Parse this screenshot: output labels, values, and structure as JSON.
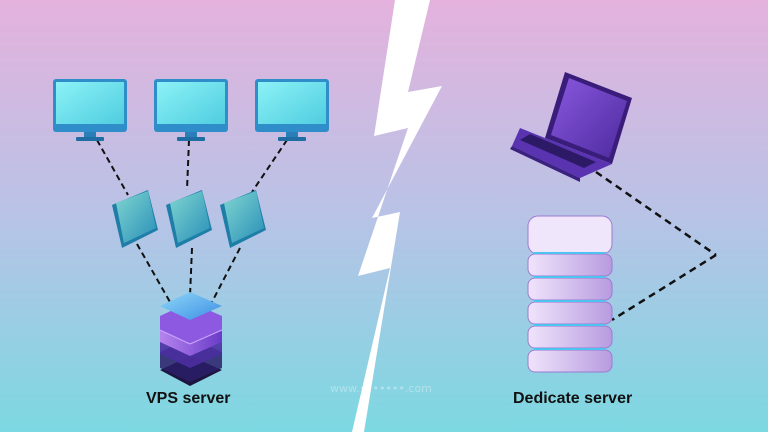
{
  "labels": {
    "vps": "VPS server",
    "dedicated": "Dedicate server"
  },
  "watermark": "www.•••••••.com",
  "colors": {
    "bg_top": "#e4b2dd",
    "bg_bottom": "#7cd8e2",
    "monitor_screen": "#6fe4ee",
    "monitor_frame": "#2f8ec9",
    "container": "#49b9c9",
    "vps_server": "#8c59e0",
    "dedicated_server": "#d9c5f3",
    "laptop": "#6436b9",
    "bolt": "#ffffff"
  }
}
